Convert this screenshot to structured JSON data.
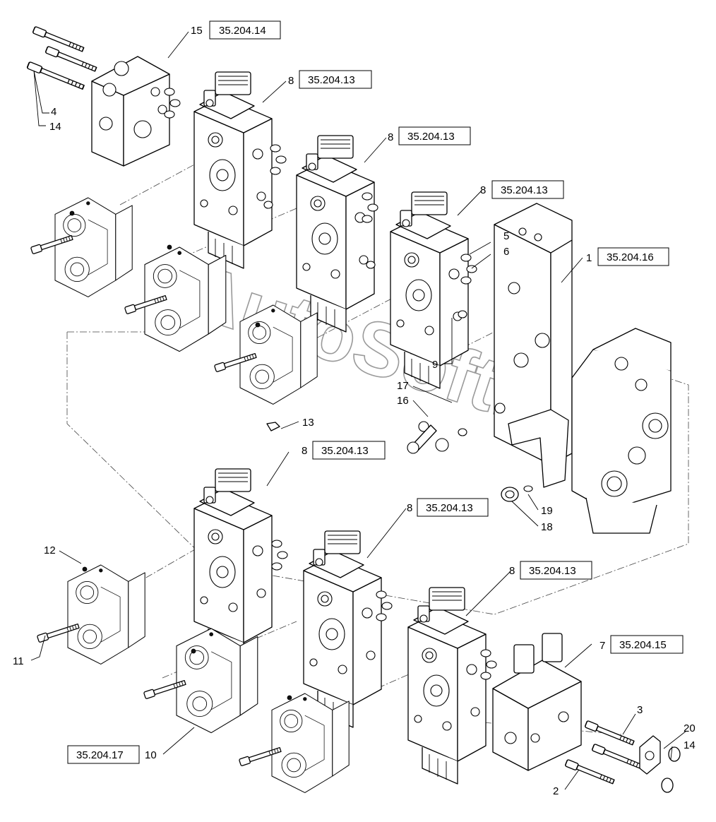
{
  "watermark": "AutoSoft.ru",
  "callouts": [
    {
      "id": "c15",
      "num": "15",
      "ref": "35.204.14"
    },
    {
      "id": "c8a",
      "num": "8",
      "ref": "35.204.13"
    },
    {
      "id": "c8b",
      "num": "8",
      "ref": "35.204.13"
    },
    {
      "id": "c8c",
      "num": "8",
      "ref": "35.204.13"
    },
    {
      "id": "c1",
      "num": "1",
      "ref": "35.204.16"
    },
    {
      "id": "c8d",
      "num": "8",
      "ref": "35.204.13"
    },
    {
      "id": "c8e",
      "num": "8",
      "ref": "35.204.13"
    },
    {
      "id": "c8f",
      "num": "8",
      "ref": "35.204.13"
    },
    {
      "id": "c7",
      "num": "7",
      "ref": "35.204.15"
    },
    {
      "id": "c10",
      "num": "10",
      "ref": "35.204.17"
    }
  ],
  "labels": {
    "n4": "4",
    "n14a": "14",
    "n5": "5",
    "n6": "6",
    "n9": "9",
    "n17": "17",
    "n16": "16",
    "n13": "13",
    "n19": "19",
    "n18": "18",
    "n12": "12",
    "n11": "11",
    "n3": "3",
    "n20": "20",
    "n14b": "14",
    "n2": "2"
  }
}
